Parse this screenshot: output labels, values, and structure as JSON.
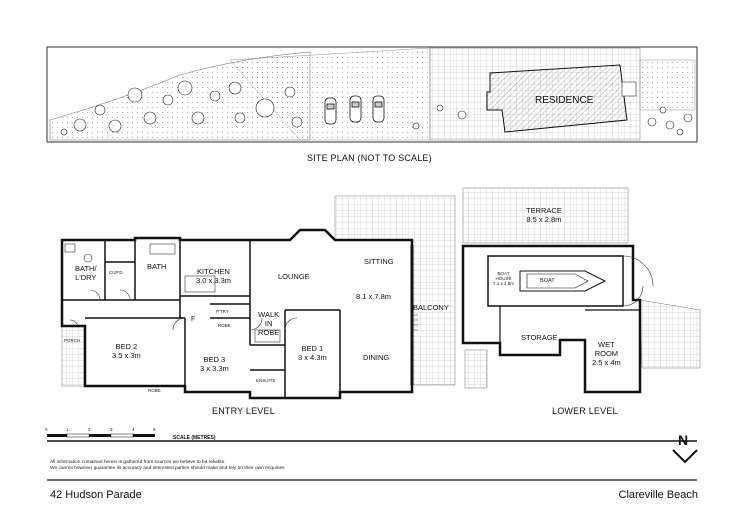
{
  "site_plan": {
    "caption": "SITE PLAN (NOT TO SCALE)",
    "residence_label": "RESIDENCE"
  },
  "entry_level": {
    "caption": "ENTRY LEVEL",
    "rooms": {
      "bath_laundry": "BATH/\nL'DRY",
      "bath": "BATH",
      "cupd": "CUP'D",
      "kitchen": "KITCHEN\n3.0 x 3.3m",
      "lounge": "LOUNGE",
      "sitting": "SITTING",
      "lounge_size": "8.1 x 7.8m",
      "balcony": "BALCONY",
      "bed2": "BED 2\n3.5 x 3m",
      "bed3": "BED 3\n3 x 3.3m",
      "bed1": "BED 1\n3 x 4.3m",
      "walk_in_robe": "WALK\nIN\nROBE",
      "dining": "DINING",
      "porch": "PORCH",
      "robe": "ROBE",
      "robe2": "ROBE",
      "ptry": "P'TRY",
      "ensuite": "ENSUITE",
      "f": "F"
    }
  },
  "lower_level": {
    "caption": "LOWER LEVEL",
    "rooms": {
      "terrace": "TERRACE\n8.5 x 2.8m",
      "boat_house": "BOAT\nHOUSE\n7.1 x 2.8m",
      "boat": "BOAT",
      "storage": "STORAGE",
      "wet_room": "WET\nROOM\n2.5 x 4m"
    }
  },
  "scale": {
    "label": "SCALE (METRES)",
    "ticks": [
      "0",
      "1",
      "2",
      "3",
      "4",
      "5"
    ]
  },
  "north": "N",
  "disclaimer": [
    "All information contained herein is gathered from sources we believe to be reliable.",
    "We cannot however guarantee its accuracy and interested parties should make and rely on their own enquiries"
  ],
  "footer": {
    "address": "42 Hudson Parade",
    "suburb": "Clareville Beach"
  }
}
